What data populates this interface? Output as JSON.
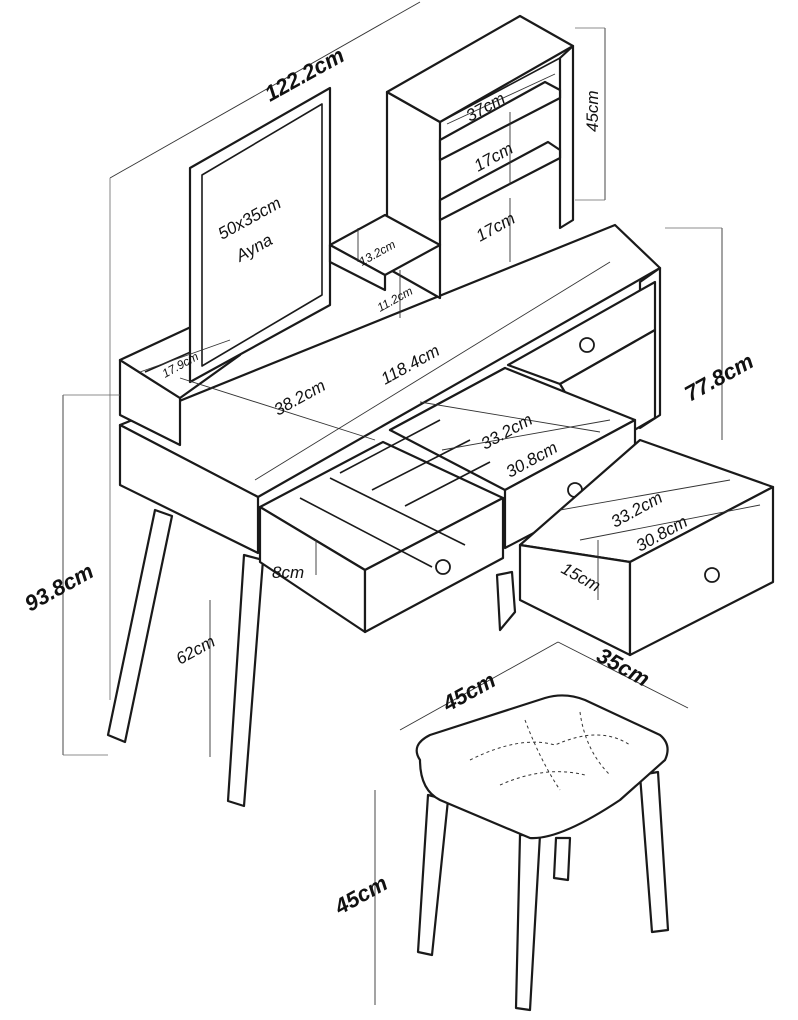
{
  "dimensions": {
    "total_width": "122.2cm",
    "mirror_size": "50x35cm",
    "mirror_name": "Ayna",
    "shelf_height": "45cm",
    "shelf_width": "37cm",
    "shelf_gap_1": "17cm",
    "shelf_gap_2": "17cm",
    "small_shelf_depth": "13.2cm",
    "small_shelf_height": "11.2cm",
    "left_shelf_depth": "17.9cm",
    "tabletop_depth": "38.2cm",
    "tabletop_width": "118.4cm",
    "desk_height": "77.8cm",
    "total_height": "93.8cm",
    "leg_height": "62cm",
    "tray_height": "8cm",
    "drawer_outer_depth_1": "33.2cm",
    "drawer_inner_depth_1": "30.8cm",
    "drawer_outer_depth_2": "33.2cm",
    "drawer_inner_depth_2": "30.8cm",
    "drawer_height": "15cm",
    "stool_width": "45cm",
    "stool_depth": "35cm",
    "stool_height": "45cm"
  },
  "icons": [
    "drawer-knob-icon",
    "tufted-cushion-icon"
  ]
}
